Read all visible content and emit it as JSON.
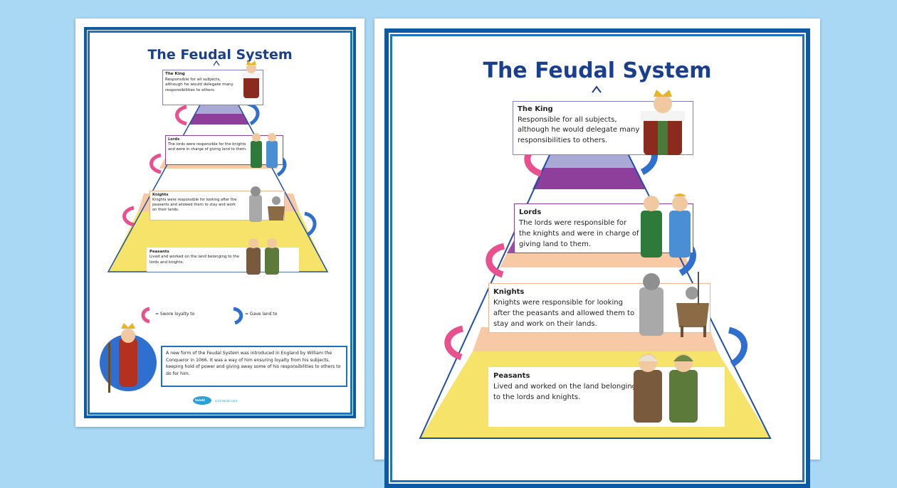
{
  "poster": {
    "title": "The Feudal System",
    "tiers": [
      {
        "id": "king",
        "heading": "The King",
        "text": "Responsible for all subjects, although he would delegate many responsibilities to others."
      },
      {
        "id": "lords",
        "heading": "Lords",
        "text": "The lords were responsible for the knights and were in charge of giving land to them."
      },
      {
        "id": "knights",
        "heading": "Knights",
        "text": "Knights were responsible for looking after the peasants and allowed them to stay and work on their lands."
      },
      {
        "id": "peasants",
        "heading": "Peasants",
        "text": "Lived and worked on the land belonging to the lords and knights."
      }
    ],
    "legend": {
      "swore_label": "= Swore loyalty to",
      "gave_label": "= Gave land to"
    },
    "info_text": "A new form of the Feudal System was introduced in England by William the Conqueror in 1066. It was a way of him ensuring loyalty from his subjects, keeping hold of power and giving away some of his responsibilities to others to do for him.",
    "brand": {
      "logo_text": "twinkl",
      "site": "visit twinkl.com"
    }
  },
  "colors": {
    "background": "#a9d8f5",
    "frame": "#0b5aa3",
    "title": "#1a3f8f",
    "tier_king": "#a9a9d6",
    "tier_lords": "#8e3f9b",
    "tier_knights": "#f7c9a4",
    "tier_peasants": "#f6e46a",
    "swore_arrow": "#e8508e",
    "gave_arrow": "#2f6fd0"
  }
}
